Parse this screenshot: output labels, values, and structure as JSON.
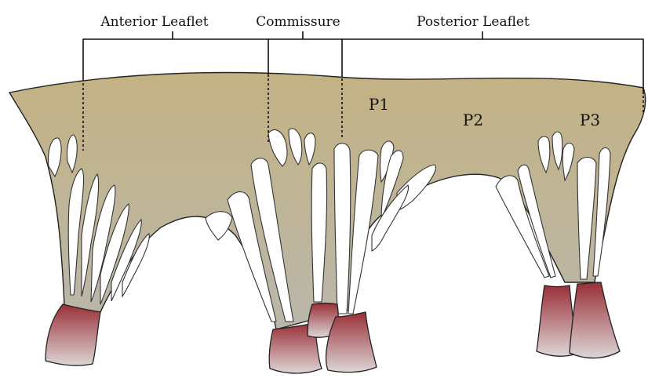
{
  "labels": {
    "anterior": "Anterior Leaflet",
    "commissure": "Commissure",
    "posterior": "Posterior Leaflet",
    "p1": "P1",
    "p2": "P2",
    "p3": "P3"
  },
  "colors": {
    "leaflet_top": "#c3b283",
    "leaflet_bottom": "#b9b6ab",
    "chord_border": "#cfccc4",
    "muscle_top": "#9a2f37",
    "muscle_bottom": "#d8d2d2"
  }
}
